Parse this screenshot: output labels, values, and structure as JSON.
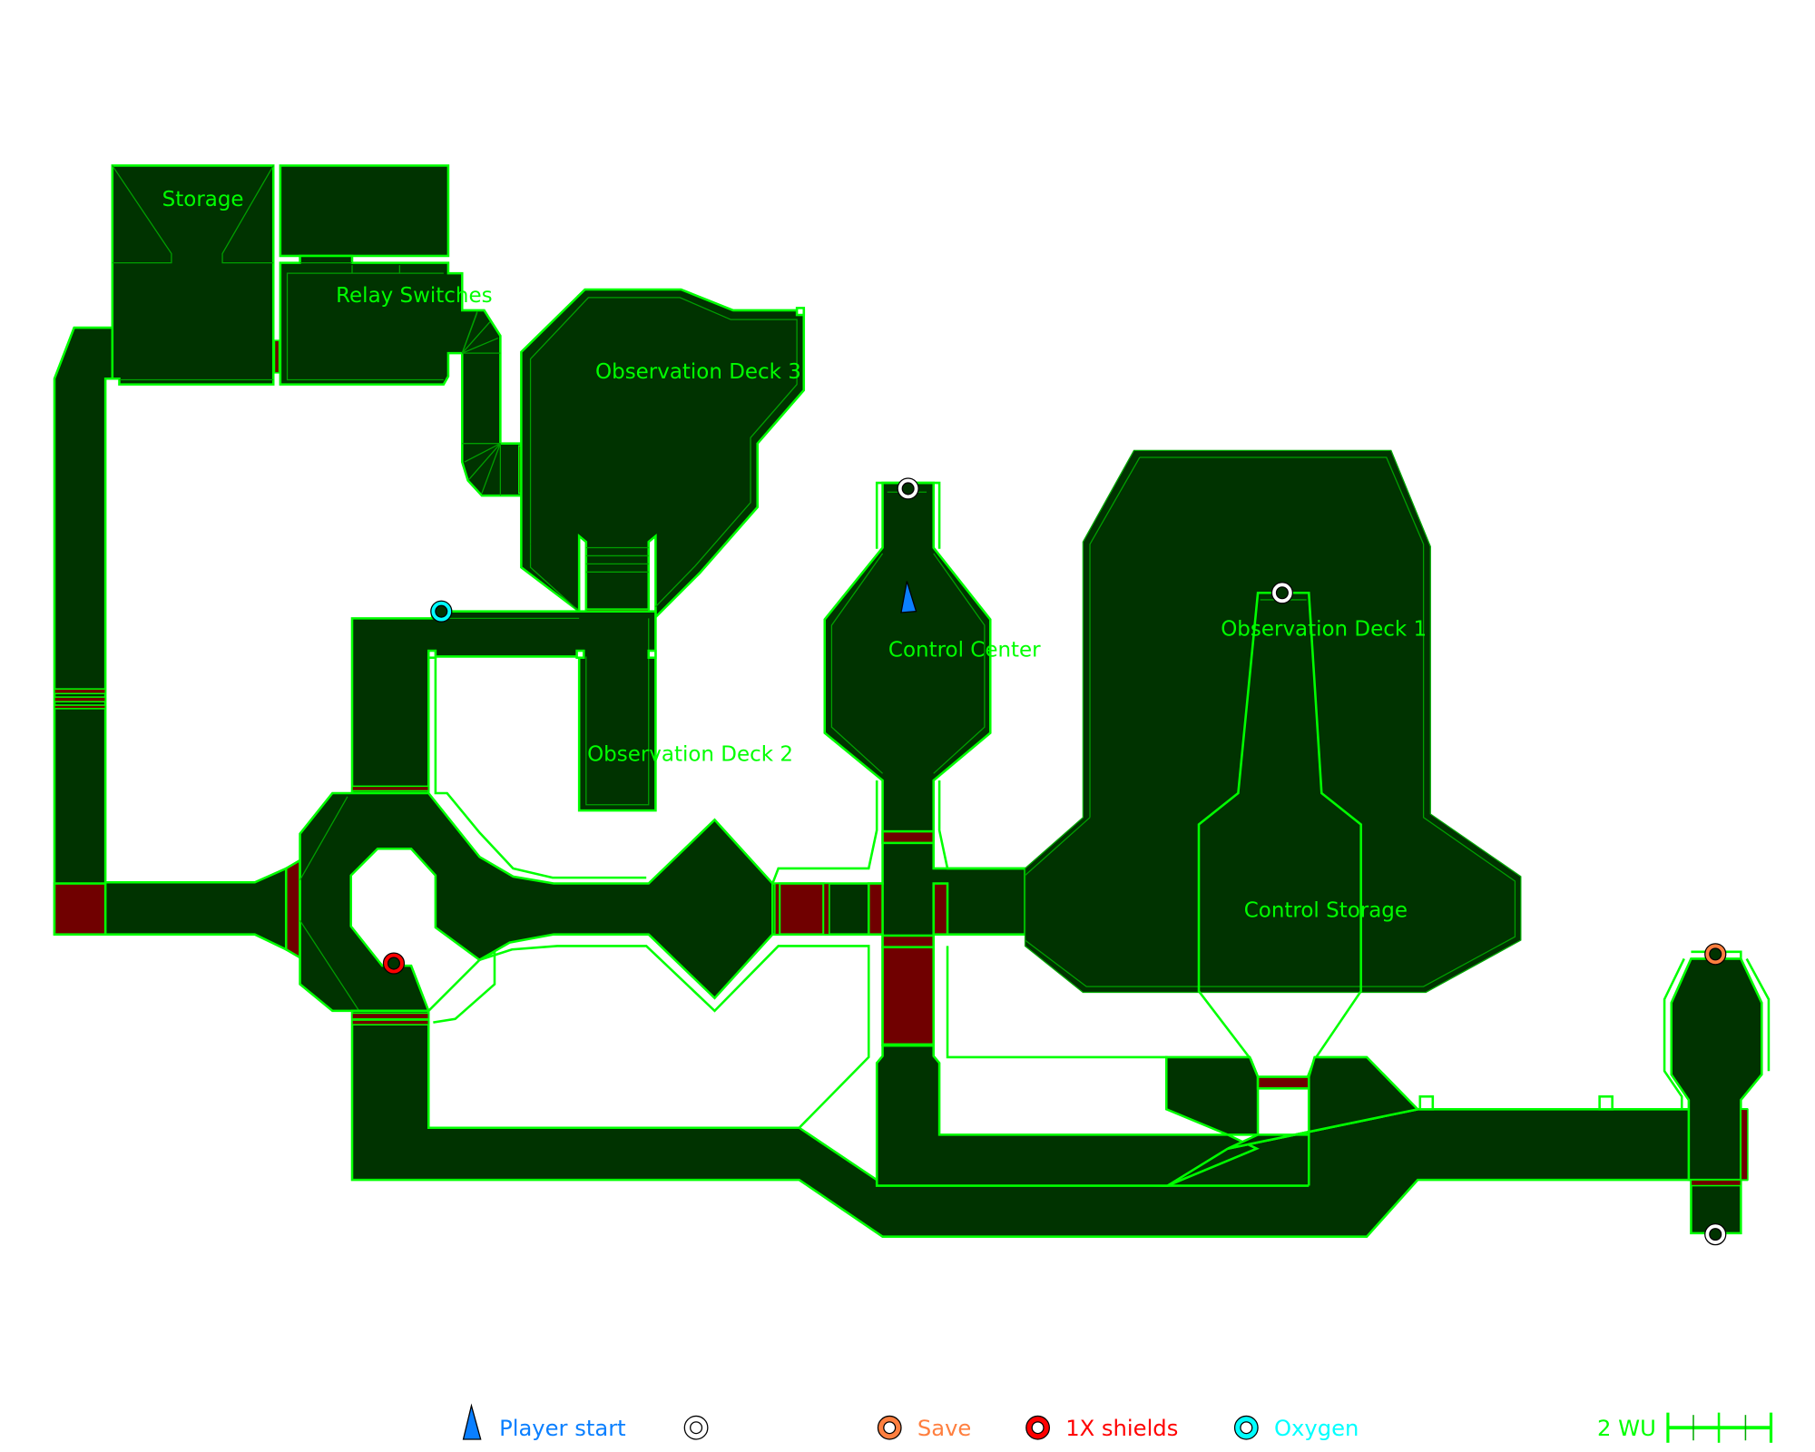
{
  "map": {
    "colors": {
      "floor": "#003300",
      "wall": "#00ff00",
      "door": "#700000",
      "background": "#ffffff"
    },
    "rooms": [
      {
        "id": "storage",
        "label": "Storage"
      },
      {
        "id": "relay-switches",
        "label": "Relay Switches"
      },
      {
        "id": "observation-deck-3",
        "label": "Observation Deck 3"
      },
      {
        "id": "observation-deck-2",
        "label": "Observation Deck 2"
      },
      {
        "id": "control-center",
        "label": "Control Center"
      },
      {
        "id": "observation-deck-1",
        "label": "Observation Deck 1"
      },
      {
        "id": "control-storage",
        "label": "Control Storage"
      }
    ],
    "markers": [
      {
        "type": "player-start",
        "room": "control-center"
      },
      {
        "type": "item-generic",
        "room": "control-center"
      },
      {
        "type": "item-generic",
        "room": "observation-deck-1"
      },
      {
        "type": "item-generic",
        "room": "east-wing"
      },
      {
        "type": "save",
        "room": "east-wing"
      },
      {
        "type": "shields",
        "room": "west-ring"
      },
      {
        "type": "oxygen",
        "room": "observation-deck-2-corridor"
      }
    ]
  },
  "legend": {
    "items": [
      {
        "key": "player-start",
        "label": "Player start",
        "color": "#0a7fff"
      },
      {
        "key": "item-generic",
        "label": "",
        "color": "#ffffff"
      },
      {
        "key": "save",
        "label": "Save",
        "color": "#ff7f3f"
      },
      {
        "key": "shields",
        "label": "1X shields",
        "color": "#ff0000"
      },
      {
        "key": "oxygen",
        "label": "Oxygen",
        "color": "#00ffff"
      }
    ],
    "scale": {
      "label": "2 WU",
      "ticks": 4
    }
  }
}
